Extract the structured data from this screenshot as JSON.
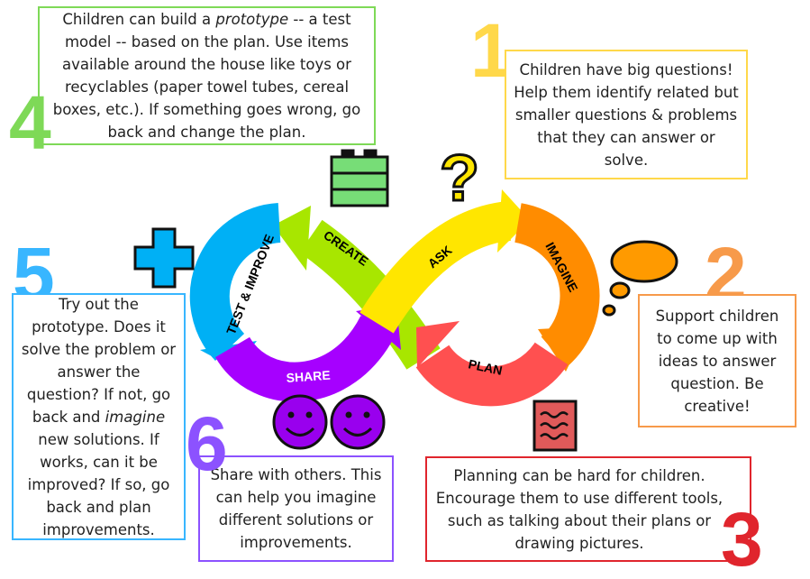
{
  "steps": [
    {
      "number": "1",
      "text": "Children have big questions! Help them identify related but smaller questions & problems that they can answer or solve.",
      "stage": "ASK",
      "color": "#ffd84a"
    },
    {
      "number": "2",
      "text": "Support children to come up with ideas  to answer question. Be creative!",
      "stage": "IMAGINE",
      "color": "#f79a4a"
    },
    {
      "number": "3",
      "text": "Planning can be hard for children. Encourage them to use different tools, such as talking about their plans or drawing pictures.",
      "stage": "PLAN",
      "color": "#e0252d"
    },
    {
      "number": "4",
      "text_before": "Children can build a ",
      "text_em": "prototype",
      "text_after": " -- a test model -- based on the plan. Use items available around the house like toys or recyclables (paper towel tubes, cereal boxes, etc.). If something goes wrong, go back and change the plan.",
      "stage": "CREATE",
      "color": "#7ed957"
    },
    {
      "number": "5",
      "text_before": "Try out the prototype. Does it solve the problem or answer the question? If not, go back and ",
      "text_em": "imagine",
      "text_after": " new solutions. If works, can it be improved? If so, go back and plan improvements.",
      "stage": "TEST & IMPROVE",
      "color": "#38b6ff"
    },
    {
      "number": "6",
      "text": "Share with others. This can help you imagine different solutions or improvements.",
      "stage": "SHARE",
      "color": "#8c52ff"
    }
  ],
  "icons": [
    "lego-brick-icon",
    "question-mark-icon",
    "thought-cloud-icon",
    "plus-icon",
    "smiley-face-icon",
    "wavy-paper-icon"
  ]
}
